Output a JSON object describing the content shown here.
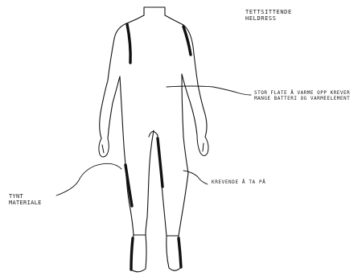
{
  "annotations": {
    "suit_label": "TETTSITTENDE HELDRESS",
    "battery_note": "STOR FLATE Å VARME OPP KREVER MANGE BATTERI OG VARMEELEMENT",
    "easy_wear_note": "KREVENDE Å TA PÅ",
    "thin_material_note": "TYNT MATERIALE"
  }
}
